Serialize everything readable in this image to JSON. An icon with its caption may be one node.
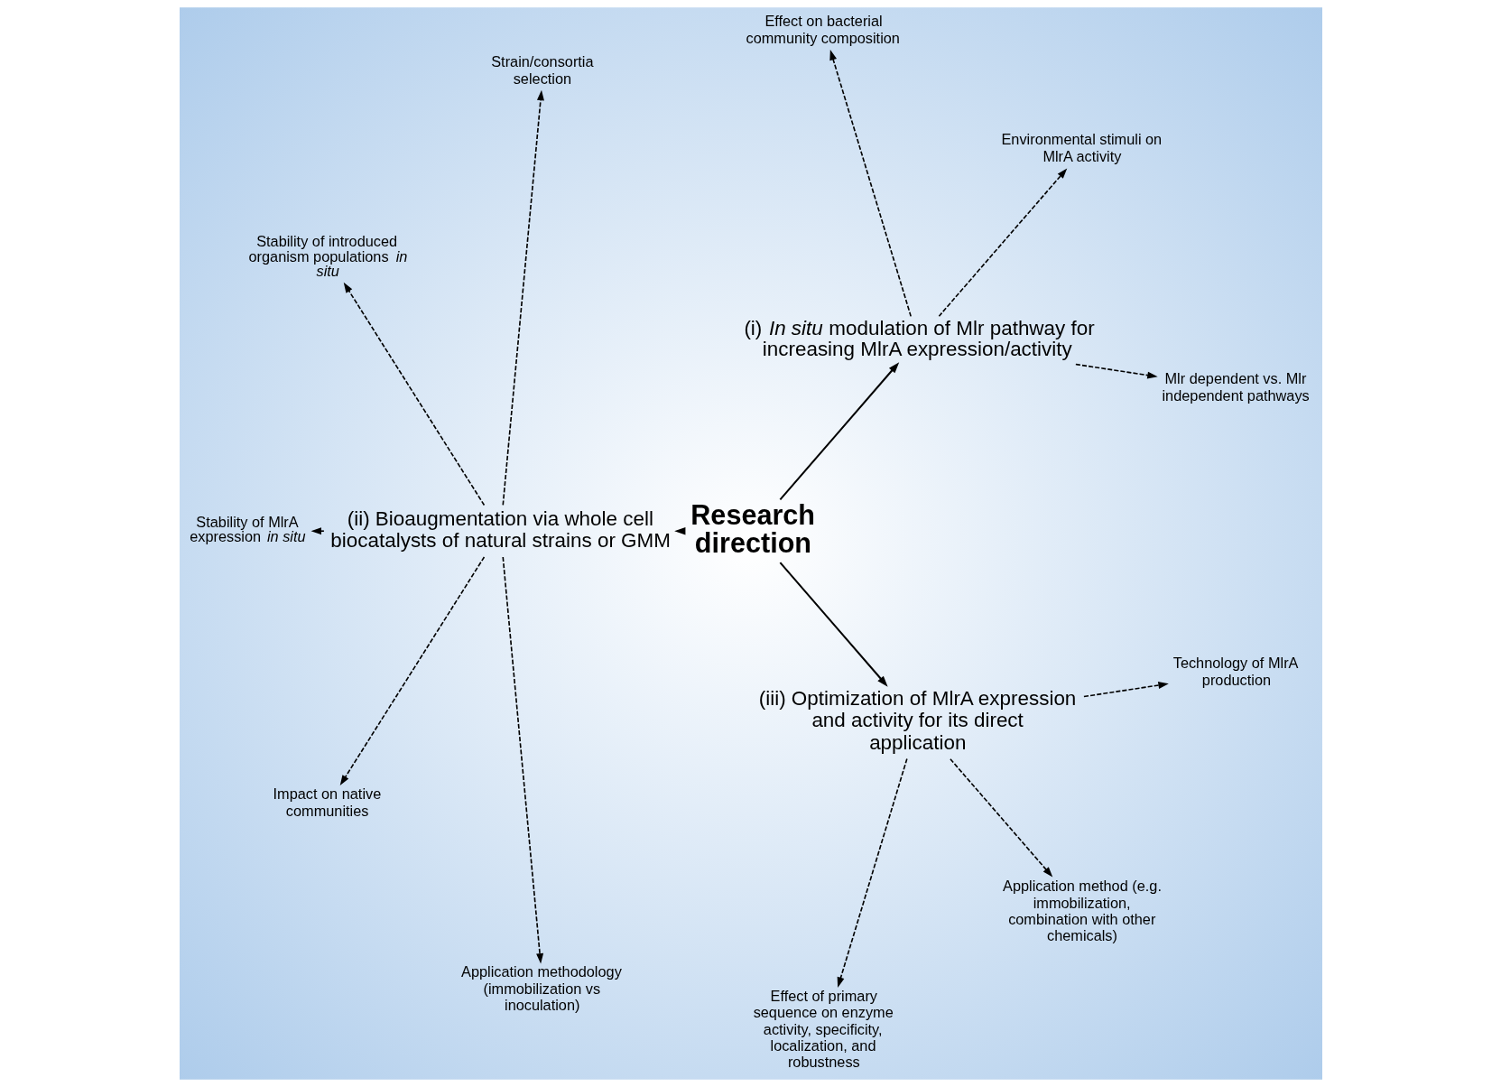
{
  "diagram": {
    "nodes": [
      {
        "text": [
          "Research direction"
        ]
      },
      {
        "text": [
          "(i) *In situ* modulation of Mlr pathway for increasing MlrA expression/activity"
        ]
      },
      {
        "text": [
          "Mlr dependent vs. Mlr independent pathways"
        ]
      },
      {
        "text": [
          "Environmental stimuli on MlrA activity"
        ]
      },
      {
        "text": [
          "Effect on bacterial community composition"
        ]
      },
      {
        "text": [
          "(ii) Bioaugmentation via whole cell biocatalysts of natural strains or GMM"
        ]
      },
      {
        "text": [
          "Strain/consortia selection"
        ]
      },
      {
        "text": [
          "Stability of introduced organism populations *in situ*"
        ]
      },
      {
        "text": [
          "Stability of MlrA expression *in situ*"
        ]
      },
      {
        "text": [
          "Impact on native communities"
        ]
      },
      {
        "text": [
          "Application methodology (immobilization vs inoculation)"
        ]
      },
      {
        "text": [
          "(iii) Optimization of MlrA expression and activity for its direct application"
        ]
      },
      {
        "text": [
          "Effect of primary sequence on enzyme activity, specificity, localization, and robustness"
        ]
      },
      {
        "text": [
          "Application method (e.g. immobilization, combination with other chemicals)"
        ]
      },
      {
        "text": [
          "Technology of MlrA production"
        ]
      }
    ],
    "edges": [
      {
        "from": 0,
        "to": 1,
        "arrow": "to"
      },
      {
        "from": 0,
        "to": 5,
        "arrow": "to"
      },
      {
        "from": 0,
        "to": 11,
        "arrow": "to"
      },
      {
        "from": 1,
        "to": 3,
        "arrow": "to",
        "style": "dashed"
      },
      {
        "from": 1,
        "to": 2,
        "arrow": "to",
        "style": "dashed"
      },
      {
        "from": 1,
        "to": 4,
        "arrow": "to",
        "style": "dashed"
      },
      {
        "from": 5,
        "to": 6,
        "arrow": "to",
        "style": "dashed"
      },
      {
        "from": 5,
        "to": 7,
        "arrow": "to",
        "style": "dashed"
      },
      {
        "from": 5,
        "to": 8,
        "arrow": "to",
        "style": "dashed"
      },
      {
        "from": 5,
        "to": 9,
        "arrow": "to",
        "style": "dashed"
      },
      {
        "from": 5,
        "to": 10,
        "arrow": "to",
        "style": "dashed"
      },
      {
        "from": 11,
        "to": 12,
        "arrow": "to",
        "style": "dashed"
      },
      {
        "from": 11,
        "to": 13,
        "arrow": "to",
        "style": "dashed"
      },
      {
        "from": 11,
        "to": 14,
        "arrow": "to",
        "style": "dashed"
      }
    ]
  }
}
